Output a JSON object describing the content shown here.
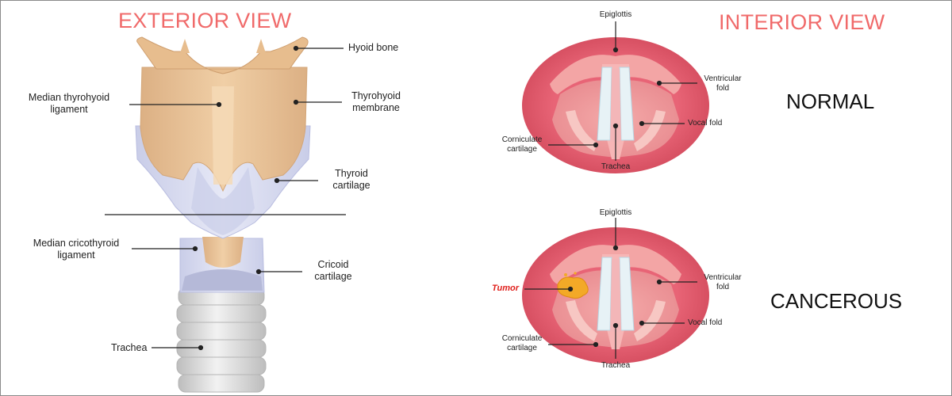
{
  "exterior": {
    "heading": "EXTERIOR VIEW",
    "labels": {
      "hyoid_bone": "Hyoid bone",
      "median_thyrohyoid_1": "Median thyrohyoid",
      "median_thyrohyoid_2": "ligament",
      "thyrohyoid_membrane_1": "Thyrohyoid",
      "thyrohyoid_membrane_2": "membrane",
      "thyroid_cartilage_1": "Thyroid",
      "thyroid_cartilage_2": "cartilage",
      "median_cricothyroid_1": "Median cricothyroid",
      "median_cricothyroid_2": "ligament",
      "cricoid_cartilage_1": "Cricoid",
      "cricoid_cartilage_2": "cartilage",
      "trachea": "Trachea"
    }
  },
  "interior": {
    "heading": "INTERIOR VIEW",
    "normal": {
      "state": "NORMAL",
      "epiglottis": "Epiglottis",
      "ventricular_fold_1": "Ventricular",
      "ventricular_fold_2": "fold",
      "vocal_fold": "Vocal fold",
      "corniculate_1": "Corniculate",
      "corniculate_2": "cartilage",
      "trachea": "Trachea"
    },
    "cancerous": {
      "state": "CANCEROUS",
      "epiglottis": "Epiglottis",
      "ventricular_fold_1": "Ventricular",
      "ventricular_fold_2": "fold",
      "vocal_fold": "Vocal fold",
      "corniculate_1": "Corniculate",
      "corniculate_2": "cartilage",
      "trachea": "Trachea",
      "tumor": "Tumor"
    }
  },
  "colors": {
    "heading": "#f06a6a",
    "tumor_label": "#e0201c",
    "tumor": "#f3a927",
    "cartilage": "#e9c196",
    "cartilage_light": "#f1d3ae",
    "thyroid": "#d9dcf0",
    "trachea_ring": "#dcdcdc",
    "larynx_outer": "#e05668",
    "larynx_inner": "#f4a3a3"
  }
}
